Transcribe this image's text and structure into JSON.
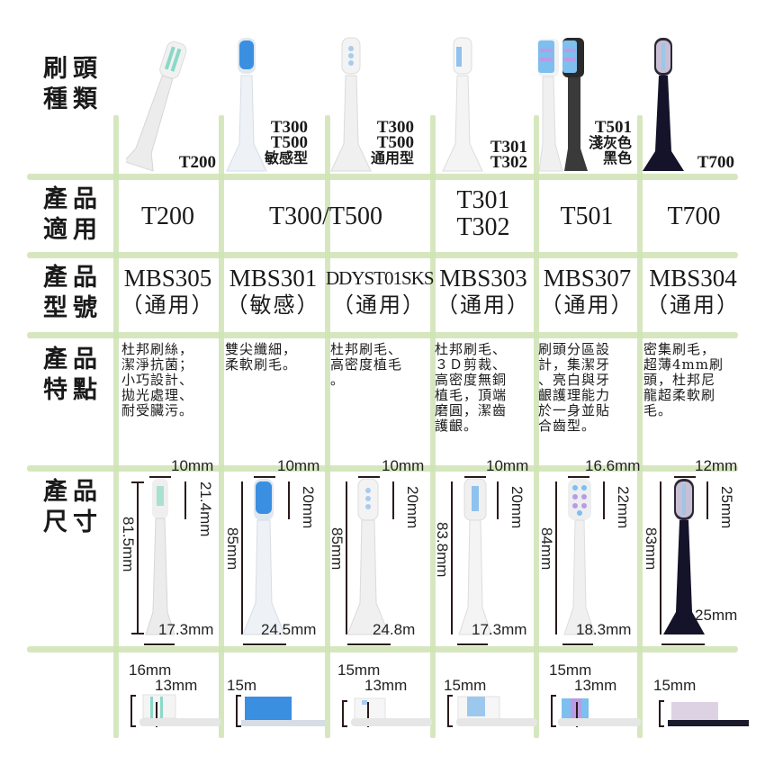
{
  "row_labels": {
    "type": "刷頭種類",
    "type_l1": "刷頭",
    "type_l2": "種類",
    "applies_l1": "產品",
    "applies_l2": "適用",
    "model_l1": "產品",
    "model_l2": "型號",
    "features_l1": "產品",
    "features_l2": "特點",
    "size_l1": "產品",
    "size_l2": "尺寸"
  },
  "columns": [
    {
      "type_label": [
        "T200"
      ],
      "applies": [
        "T200"
      ],
      "model": "MBS305",
      "model_sub": "（通用）",
      "features": [
        "杜邦刷絲，",
        "潔淨抗菌；",
        "小巧設計、",
        "拋光處理、",
        "耐受臟污。"
      ],
      "dims": {
        "width": "10mm",
        "head": "21.4mm",
        "length": "81.5mm",
        "base": "17.3mm",
        "bristle_outer": "16mm",
        "bristle_inner": "13mm"
      },
      "color": "white",
      "bristle": "#7fd6c4"
    },
    {
      "type_label": [
        "T300",
        "T500",
        "敏感型"
      ],
      "applies": [
        "T300/T500"
      ],
      "model": "MBS301",
      "model_sub": "（敏感）",
      "features": [
        "雙尖纖細，",
        "柔軟刷毛。"
      ],
      "dims": {
        "width": "10mm",
        "head": "20mm",
        "length": "85mm",
        "base": "24.5mm",
        "bristle_outer": "15m"
      },
      "color": "white",
      "bristle": "#3a8fe0"
    },
    {
      "type_label": [
        "T300",
        "T500",
        "通用型"
      ],
      "model": "DDYST01SKS",
      "model_sub": "（通用）",
      "features": [
        "杜邦刷毛、",
        "高密度植毛",
        "。"
      ],
      "dims": {
        "width": "10mm",
        "head": "20mm",
        "length": "85mm",
        "base": "24.8m",
        "bristle_outer": "15mm",
        "bristle_inner": "13mm"
      },
      "color": "white",
      "bristle": "#9cc4ec"
    },
    {
      "type_label": [
        "T301",
        "T302"
      ],
      "applies": [
        "T301",
        "T302"
      ],
      "model": "MBS303",
      "model_sub": "（通用）",
      "features": [
        "杜邦刷毛、",
        "３Ｄ剪裁、",
        "高密度無銅",
        "植毛，頂端",
        "磨圓，潔齒",
        "護齦。"
      ],
      "dims": {
        "width": "10mm",
        "head": "20mm",
        "length": "83.8mm",
        "base": "17.3mm",
        "bristle_outer": "15mm"
      },
      "color": "white",
      "bristle": "#7fb8ec"
    },
    {
      "type_label": [
        "T501",
        "淺灰色",
        "黑色"
      ],
      "applies": [
        "T501"
      ],
      "model": "MBS307",
      "model_sub": "（通用）",
      "features": [
        "刷頭分區設",
        "計，集潔牙",
        "、亮白與牙",
        "齦護理能力",
        "於一身並貼",
        "合齒型。"
      ],
      "dims": {
        "width": "16.6mm",
        "head": "22mm",
        "length": "84mm",
        "base": "18.3mm",
        "bristle_outer": "15mm",
        "bristle_inner": "13mm"
      },
      "color": "white",
      "bristle": "#b49ae0"
    },
    {
      "type_label": [
        "T700"
      ],
      "applies": [
        "T700"
      ],
      "model": "MBS304",
      "model_sub": "（通用）",
      "features": [
        "密集刷毛，",
        "超薄4mm刷",
        "頭，杜邦尼",
        "龍超柔軟刷",
        "毛。"
      ],
      "dims": {
        "width": "12mm",
        "head": "25mm",
        "length": "83mm",
        "base": "25mm",
        "bristle_outer": "15mm"
      },
      "color": "black",
      "bristle": "#c9bfd4"
    }
  ],
  "colors": {
    "grid": "#cfe3b4",
    "text": "#1a1a1a",
    "dimension_bar": "#2a1a1a"
  }
}
